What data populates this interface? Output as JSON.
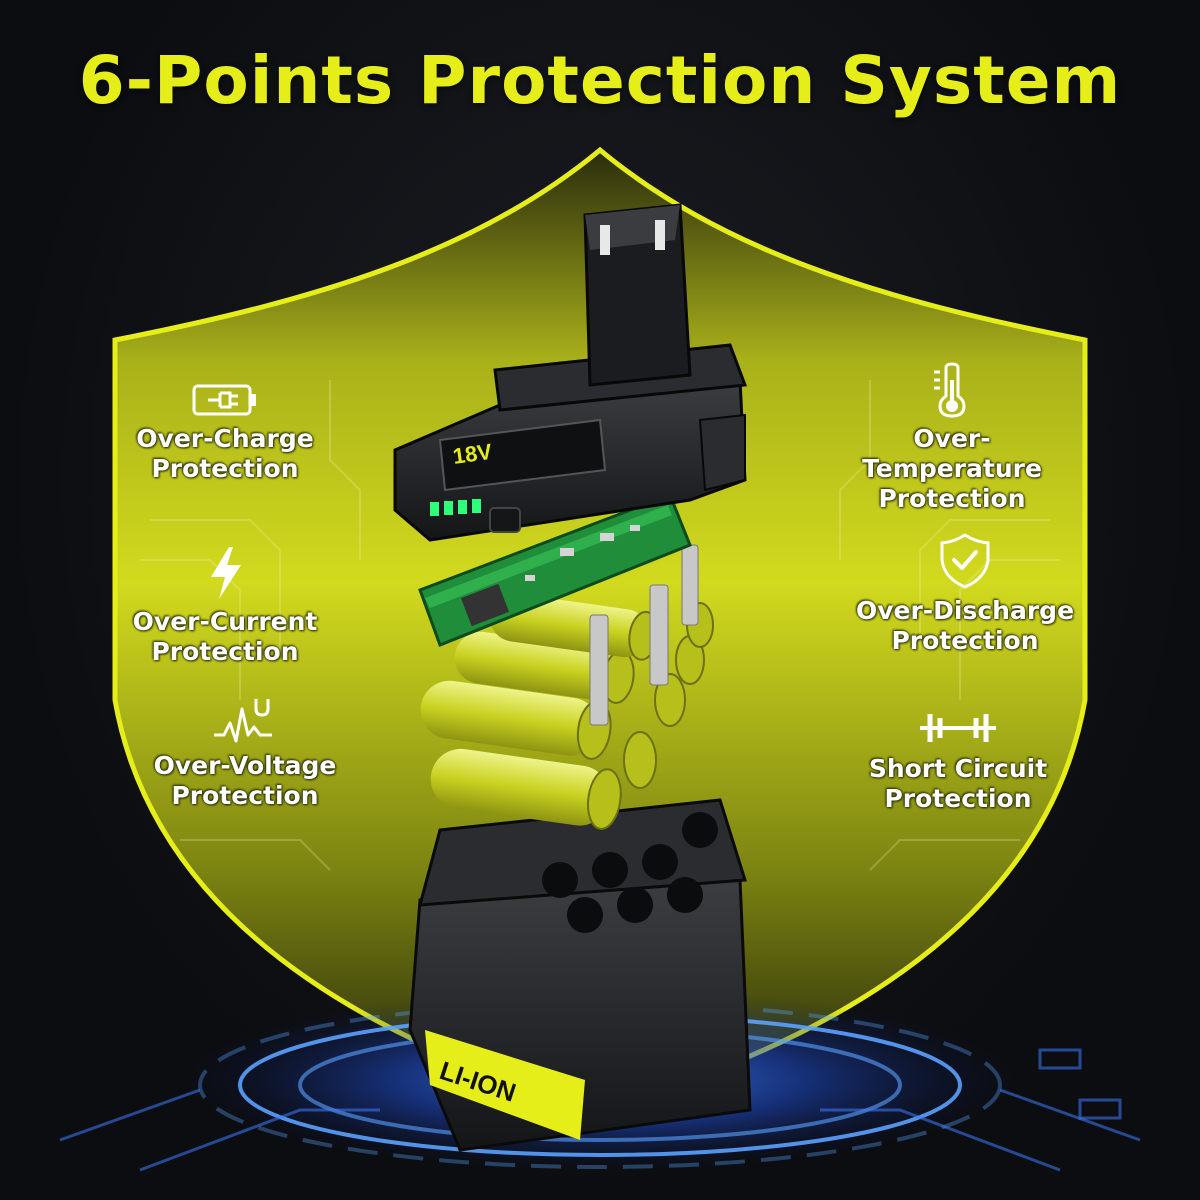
{
  "title": "6-Points Protection System",
  "battery": {
    "voltage_label": "18V",
    "base_label": "LI-ION"
  },
  "features": [
    {
      "icon": "battery-plug-icon",
      "line1": "Over-Charge",
      "line2": "Protection"
    },
    {
      "icon": "lightning-icon",
      "line1": "Over-Current",
      "line2": "Protection"
    },
    {
      "icon": "voltage-wave-icon",
      "line1": "Over-Voltage",
      "line2": "Protection"
    },
    {
      "icon": "thermometer-icon",
      "line1": "Over-Temperature",
      "line2": "Protection"
    },
    {
      "icon": "shield-check-icon",
      "line1": "Over-Discharge",
      "line2": "Protection"
    },
    {
      "icon": "short-circuit-icon",
      "line1": "Short Circuit",
      "line2": "Protection"
    }
  ],
  "colors": {
    "accent": "#e6ee1a",
    "shield_fill": "#c9d21a",
    "background": "#0e0f12",
    "glow": "#1f5cff"
  }
}
